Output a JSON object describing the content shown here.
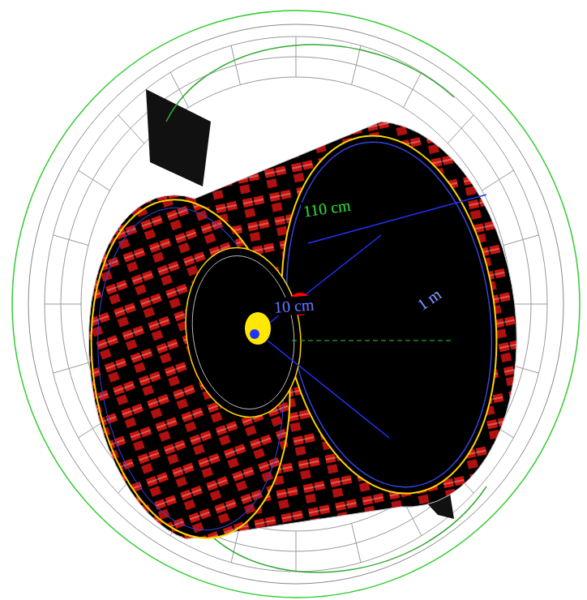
{
  "diagram": {
    "labels": [
      "110 cm",
      "10 cm",
      "1 m"
    ]
  }
}
